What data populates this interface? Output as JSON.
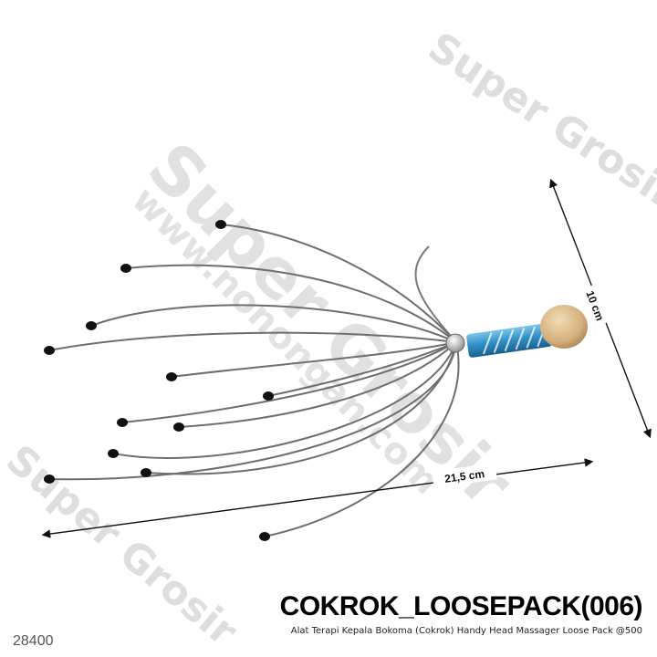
{
  "watermarks": {
    "brand": "Super Grosir",
    "url": "www.nonongan.com"
  },
  "product": {
    "code": "COKROK_LOOSEPACK(006)",
    "description": "Alat Terapi Kepala Bokoma (Cokrok) Handy Head Massager Loose Pack @500",
    "price": "28400"
  },
  "dimensions": {
    "length_label": "21,5 cm",
    "height_label": "10 cm"
  },
  "colors": {
    "wire": "#6e6e6e",
    "wire_tip": "#111111",
    "handle_blue": "#2f8fc6",
    "knob_wood": "#d8b98a",
    "watermark": "#d9d9d9"
  }
}
